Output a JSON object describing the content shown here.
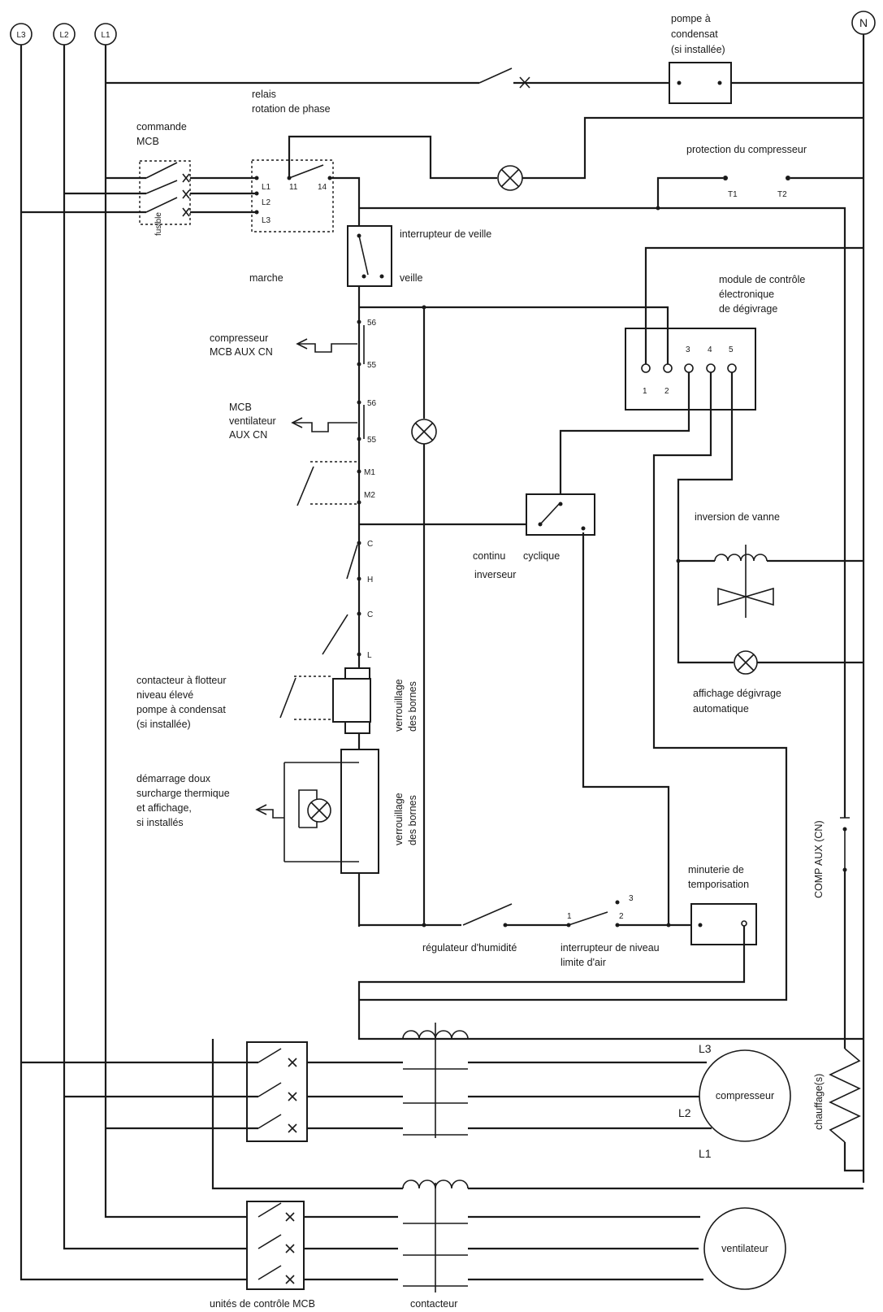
{
  "supply": {
    "l3": "L3",
    "l2": "L2",
    "l1": "L1",
    "n": "N"
  },
  "labels": {
    "pompe1": "pompe à",
    "pompe2": "condensat",
    "pompe3": "(si installée)",
    "relais1": "relais",
    "relais2": "rotation de phase",
    "cmd1": "commande",
    "cmd2": "MCB",
    "fusible": "fusible",
    "protection": "protection du compresseur",
    "t1": "T1",
    "t2": "T2",
    "rl1": "L1",
    "rl2": "L2",
    "rl3": "L3",
    "r11": "11",
    "r14": "14",
    "veille_title": "interrupteur de veille",
    "marche": "marche",
    "veille": "veille",
    "module1": "module de contrôle",
    "module2": "électronique",
    "module3": "de dégivrage",
    "m1": "1",
    "m2": "2",
    "m3": "3",
    "m4": "4",
    "m5": "5",
    "comp1": "compresseur",
    "comp2": "MCB AUX CN",
    "vent1": "MCB",
    "vent2": "ventilateur",
    "vent3": "AUX CN",
    "t56a": "56",
    "t55a": "55",
    "t56b": "56",
    "t55b": "55",
    "tm1": "M1",
    "tm2": "M2",
    "tc1": "C",
    "th": "H",
    "tc2": "C",
    "tl": "L",
    "continu": "continu",
    "cyclique": "cyclique",
    "inverseur": "inverseur",
    "vanne": "inversion de vanne",
    "aff1": "affichage dégivrage",
    "aff2": "automatique",
    "flot1": "contacteur à flotteur",
    "flot2": "niveau élevé",
    "flot3": "pompe à condensat",
    "flot4": "(si installée)",
    "verr1a": "verrouillage",
    "verr1b": "des bornes",
    "dem1": "démarrage doux",
    "dem2": "surcharge thermique",
    "dem3": "et affichage,",
    "dem4": "si installés",
    "verr2a": "verrouillage",
    "verr2b": "des bornes",
    "min1": "minuterie de",
    "min2": "temporisation",
    "hum": "régulateur d'humidité",
    "niv1": "interrupteur de niveau",
    "niv2": "limite d'air",
    "s1": "1",
    "s2": "2",
    "s3": "3",
    "compaux": "COMP AUX (CN)",
    "chauff": "chauffage(s)",
    "compresseur": "compresseur",
    "ml3": "L3",
    "ml2": "L2",
    "ml1": "L1",
    "ventilateur": "ventilateur",
    "unites": "unités de contrôle MCB",
    "contacteur": "contacteur"
  },
  "colors": {
    "ink": "#1a1a1a",
    "paper": "#ffffff"
  }
}
